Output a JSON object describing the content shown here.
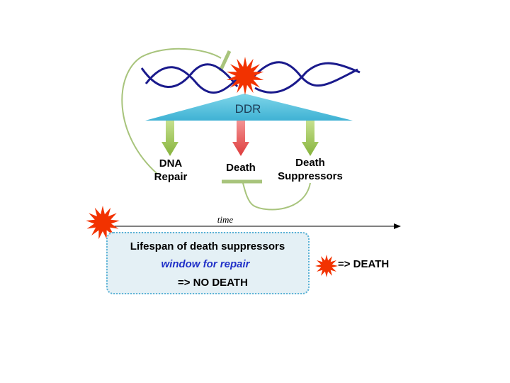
{
  "diagram": {
    "ddr_label": "DDR",
    "outputs": {
      "dna_repair": [
        "DNA",
        "Repair"
      ],
      "death": "Death",
      "death_suppressors": [
        "Death",
        "Suppressors"
      ]
    },
    "timeline_label": "time",
    "window": {
      "lifespan_label": "Lifespan of death suppressors",
      "repair_label": "window for repair",
      "inside_outcome": "=> NO DEATH"
    },
    "outside_outcome": "=> DEATH",
    "colors": {
      "dna_strand": "#1a1a8c",
      "ddr_triangle": "#4cc0dc",
      "green_arrow": "#9cc45a",
      "red_arrow": "#e8474a",
      "inhibition_line": "#a8c47c",
      "damage_star": "#f23200",
      "window_fill": "#e4f0f5",
      "window_border": "#5ab2d6",
      "window_text": "#2030c8"
    }
  }
}
